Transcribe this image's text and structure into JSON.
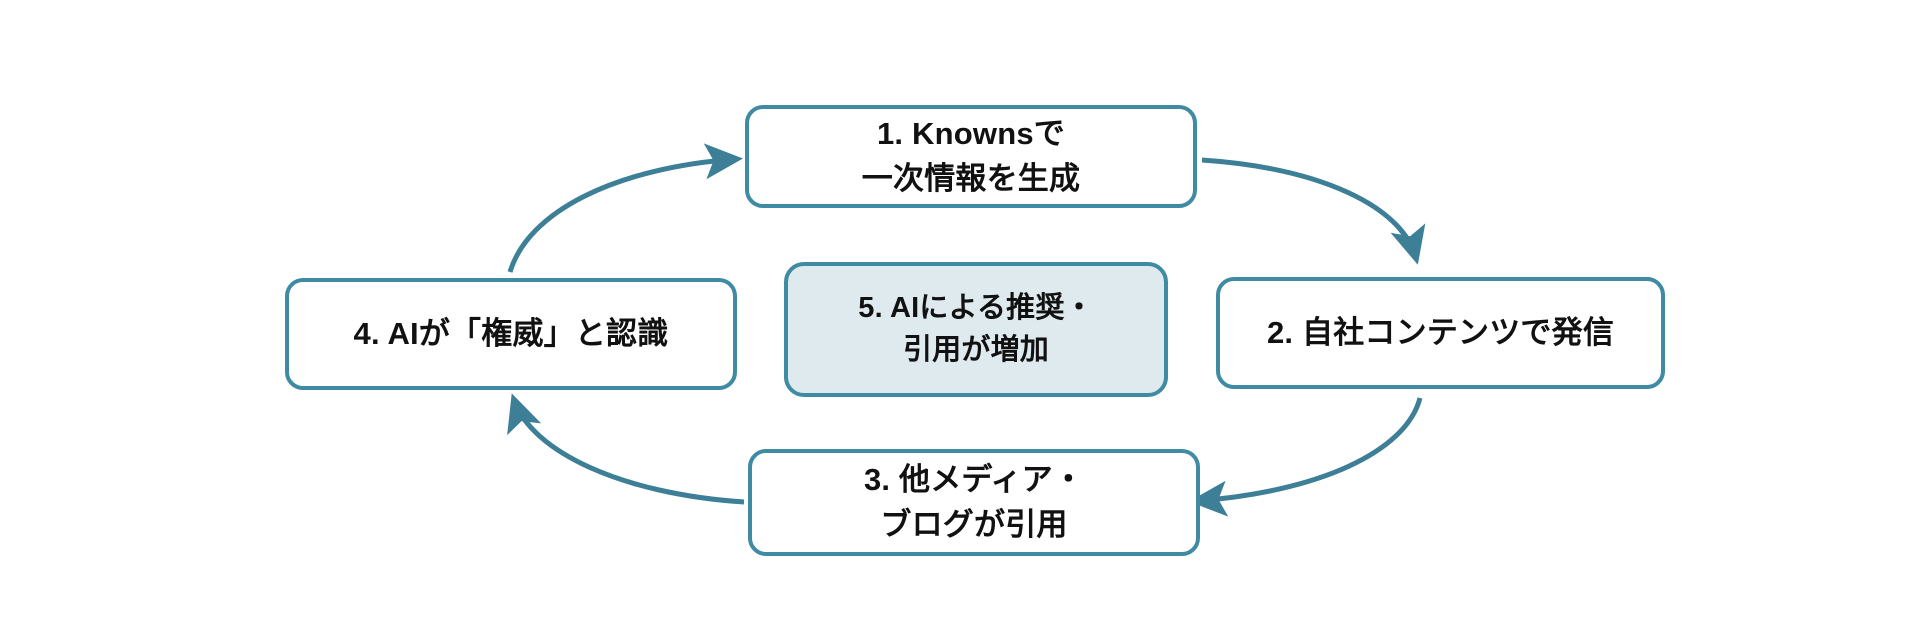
{
  "diagram": {
    "type": "cycle-flow",
    "title_present": false,
    "background_color": "#ffffff",
    "accent_color": "#3f8ba3",
    "arrow_color": "#3d7f96",
    "highlight_fill": "#dfeaee",
    "node_fill": "#ffffff",
    "text_color": "#111111",
    "nodes": [
      {
        "id": "step-1",
        "position": "top",
        "highlighted": false,
        "lines": [
          "1. Knownsで",
          "一次情報を生成"
        ]
      },
      {
        "id": "step-2",
        "position": "right",
        "highlighted": false,
        "lines": [
          "2. 自社コンテンツで発信"
        ]
      },
      {
        "id": "step-3",
        "position": "bottom",
        "highlighted": false,
        "lines": [
          "3. 他メディア・",
          "ブログが引用"
        ]
      },
      {
        "id": "step-4",
        "position": "left",
        "highlighted": false,
        "lines": [
          "4. AIが「権威」と認識"
        ]
      },
      {
        "id": "step-5",
        "position": "center",
        "highlighted": true,
        "lines": [
          "5. AIによる推奨・",
          "引用が増加"
        ]
      }
    ],
    "connectors": [
      {
        "id": "arrow-1-to-2",
        "from": "step-1",
        "to": "step-2",
        "direction": "clockwise",
        "style": "curved-arrow"
      },
      {
        "id": "arrow-2-to-3",
        "from": "step-2",
        "to": "step-3",
        "direction": "clockwise",
        "style": "curved-arrow"
      },
      {
        "id": "arrow-3-to-4",
        "from": "step-3",
        "to": "step-4",
        "direction": "clockwise",
        "style": "curved-arrow"
      },
      {
        "id": "arrow-4-to-1",
        "from": "step-4",
        "to": "step-1",
        "direction": "clockwise",
        "style": "curved-arrow"
      }
    ]
  }
}
